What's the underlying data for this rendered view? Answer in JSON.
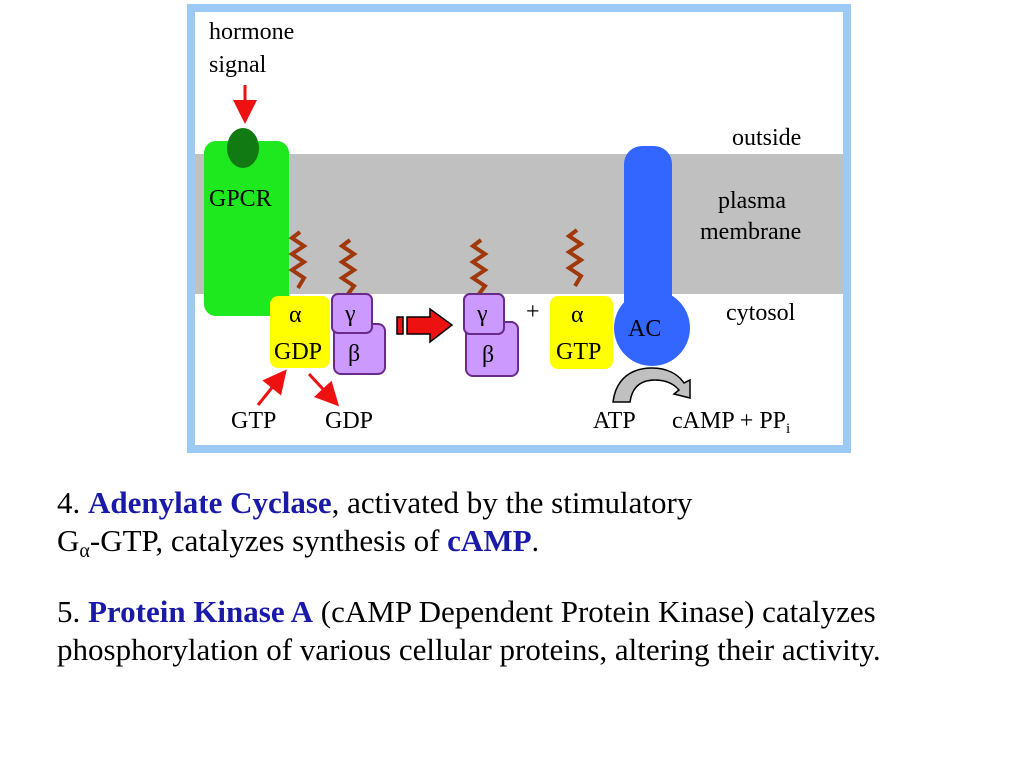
{
  "diagram": {
    "labels": {
      "hormone_line1": "hormone",
      "hormone_line2": "signal",
      "outside": "outside",
      "membrane_line1": "plasma",
      "membrane_line2": "membrane",
      "cytosol": "cytosol",
      "gpcr": "GPCR",
      "alpha": "α",
      "gamma": "γ",
      "beta": "β",
      "gdp_bound": "GDP",
      "gtp_bound": "GTP",
      "plus": "+",
      "ac": "AC",
      "gtp_in": "GTP",
      "gdp_out": "GDP",
      "atp": "ATP",
      "camp_pp": "cAMP + PP",
      "camp_pp_sub": "i"
    },
    "colors": {
      "frame": "#9ccaf5",
      "membrane": "#c0c0c0",
      "gpcr": "#1ee81e",
      "hormone_site": "#127a12",
      "alpha_subunit": "#ffff00",
      "beta_gamma": "#cc99ff",
      "adenylate_cyclase": "#3366ff",
      "arrow_red": "#ee1111",
      "lipid_anchor": "#a0380a"
    }
  },
  "text": {
    "p4": {
      "num": "4. ",
      "hl1": "Adenylate Cyclase",
      "t1": ", activated by the stimulatory",
      "g": "G",
      "g_sub": "α",
      "t2": "-GTP, catalyzes synthesis of ",
      "hl2": "cAMP",
      "t3": "."
    },
    "p5": {
      "num": "5. ",
      "hl1": "Protein Kinase A",
      "t1": " (cAMP Dependent Protein Kinase) catalyzes phosphorylation of various cellular proteins, altering their activity."
    }
  }
}
